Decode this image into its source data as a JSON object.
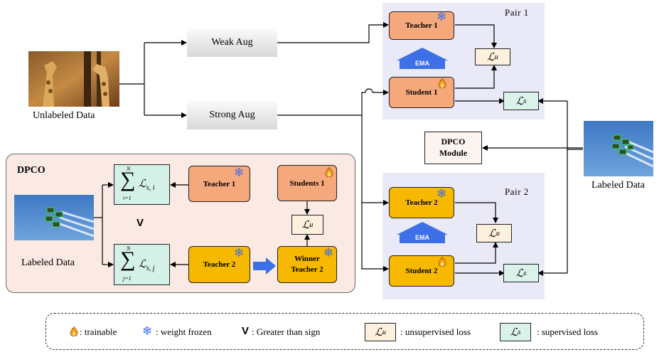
{
  "inputs": {
    "unlabeled_label": "Unlabeled Data",
    "labeled_label": "Labeled Data"
  },
  "augmentation": {
    "weak": "Weak Aug",
    "strong": "Strong Aug"
  },
  "pair1": {
    "label": "Pair 1",
    "teacher": "Teacher 1",
    "student": "Student 1",
    "ema": "EMA"
  },
  "pair2": {
    "label": "Pair 2",
    "teacher": "Teacher 2",
    "student": "Student 2",
    "ema": "EMA"
  },
  "dpco_module": {
    "line1": "DPCO",
    "line2": "Module"
  },
  "dpco_panel": {
    "title": "DPCO",
    "labeled_label": "Labeled Data",
    "teacher1": "Teacher 1",
    "teacher2": "Teacher 2",
    "students1": "Students 1",
    "winner_line1": "Winner",
    "winner_line2": "Teacher 2",
    "greater_sign": "V",
    "sum_upper": "N",
    "sum_lower": "i=1",
    "sum_lower2": "j=1",
    "sum_sub_i": "s, i",
    "sum_sub_j": "s, j"
  },
  "losses": {
    "symbol": "ℒ",
    "unsup_sub": "u",
    "sup_sub": "s"
  },
  "legend": {
    "trainable": ": trainable",
    "frozen": ": weight frozen",
    "greater_symbol": "V",
    "greater_text": ": Greater than sign",
    "unsupervised": ": unsupervised loss",
    "supervised": ": supervised loss"
  },
  "colors": {
    "pair_panel": "#e9e9f8",
    "orange": "#f5a87c",
    "amber": "#f7b800",
    "ema_arrow": "#3d6fe6",
    "snowflake": "#3d6fe6"
  },
  "icons": [
    "flame-icon",
    "snowflake-icon",
    "ema-arrow",
    "giraffe-photo",
    "jets-photo"
  ]
}
